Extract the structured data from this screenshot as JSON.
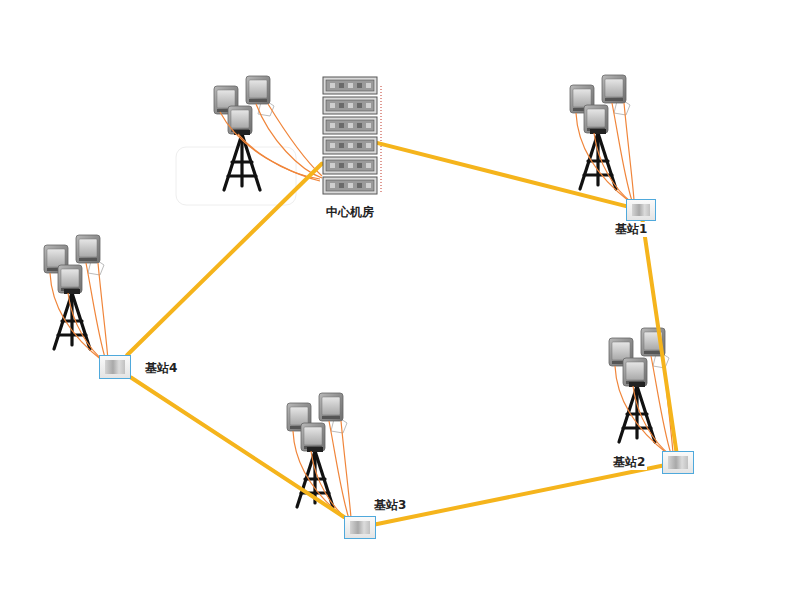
{
  "diagram": {
    "nodes": [
      {
        "text": [
          "中心机房"
        ]
      },
      {
        "text": [
          "基站1"
        ]
      },
      {
        "text": [
          "基站4"
        ]
      },
      {
        "text": [
          "基站2"
        ]
      },
      {
        "text": [
          "基站3"
        ]
      }
    ],
    "edges": [
      {
        "from": 0,
        "to": 1,
        "arrow": "none"
      },
      {
        "from": 1,
        "to": 3,
        "arrow": "none"
      },
      {
        "from": 3,
        "to": 4,
        "arrow": "none"
      },
      {
        "from": 4,
        "to": 2,
        "arrow": "none"
      },
      {
        "from": 2,
        "to": 0,
        "arrow": "none"
      }
    ]
  }
}
